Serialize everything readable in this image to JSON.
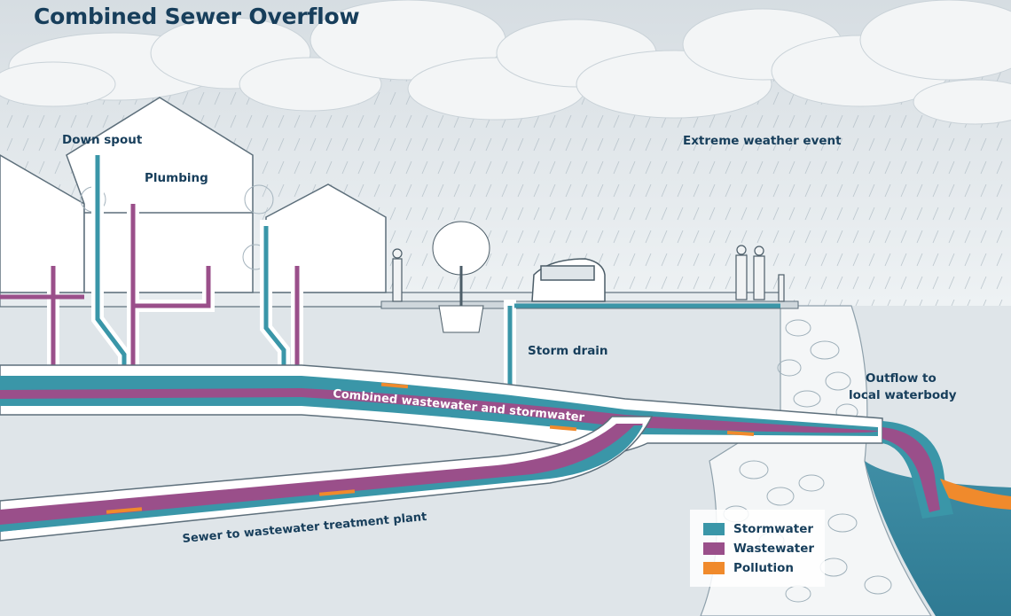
{
  "title": "Combined Sewer Overflow",
  "labels": {
    "down_spout": "Down spout",
    "plumbing": "Plumbing",
    "extreme_weather": "Extreme weather event",
    "storm_drain": "Storm drain",
    "outflow_line1": "Outflow to",
    "outflow_line2": "local waterbody",
    "combined": "Combined wastewater and stormwater",
    "sewer": "Sewer to wastewater treatment plant"
  },
  "legend": [
    {
      "label": "Stormwater",
      "color": "#3a96a8"
    },
    {
      "label": "Wastewater",
      "color": "#9a4f8a"
    },
    {
      "label": "Pollution",
      "color": "#f08a2c"
    }
  ],
  "colors": {
    "title": "#173e5b",
    "stormwater": "#3a96a8",
    "wastewater": "#9a4f8a",
    "pollution": "#f08a2c",
    "soil": "#dfe5e9",
    "rock": "#f4f6f7",
    "pipe_wall": "#ffffff",
    "outline": "#5d6f7b"
  }
}
